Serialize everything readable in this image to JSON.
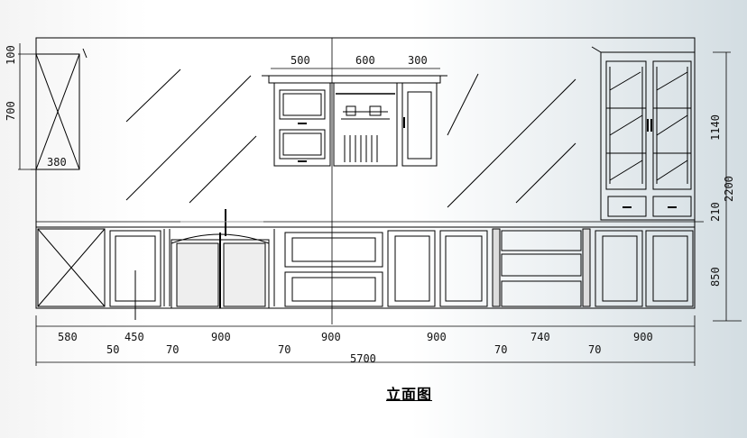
{
  "title": "立面图",
  "dimensions": {
    "wall_top": [
      "500",
      "600",
      "300"
    ],
    "wall_left_top": "100",
    "wall_left": "700",
    "wall_left_bottom": "380",
    "right_upper": "1140",
    "right_total": "2200",
    "right_gap": "210",
    "right_lower": "850",
    "base": [
      "580",
      "450",
      "900",
      "900",
      "900",
      "740",
      "900"
    ],
    "gaps": [
      "50",
      "70",
      "70",
      "70",
      "70"
    ],
    "total": "5700"
  }
}
